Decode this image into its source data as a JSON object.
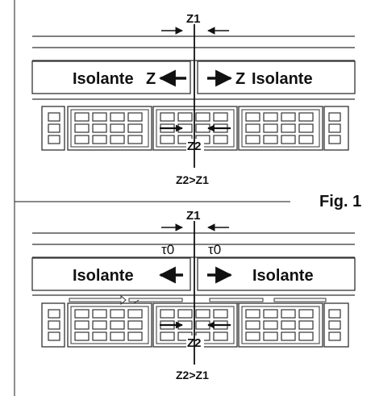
{
  "figure_label": "Fig. 1",
  "top_panel": {
    "z1": "Z1",
    "z2": "Z2",
    "insulator_left": "Isolante",
    "insulator_right": "Isolante",
    "z_left": "Z",
    "z_right": "Z",
    "comparison": "Z2>Z1"
  },
  "bottom_panel": {
    "z1": "Z1",
    "z2": "Z2",
    "tau_left": "τ0",
    "tau_right": "τ0",
    "insulator_left": "Isolante",
    "insulator_right": "Isolante",
    "comparison": "Z2>Z1"
  }
}
